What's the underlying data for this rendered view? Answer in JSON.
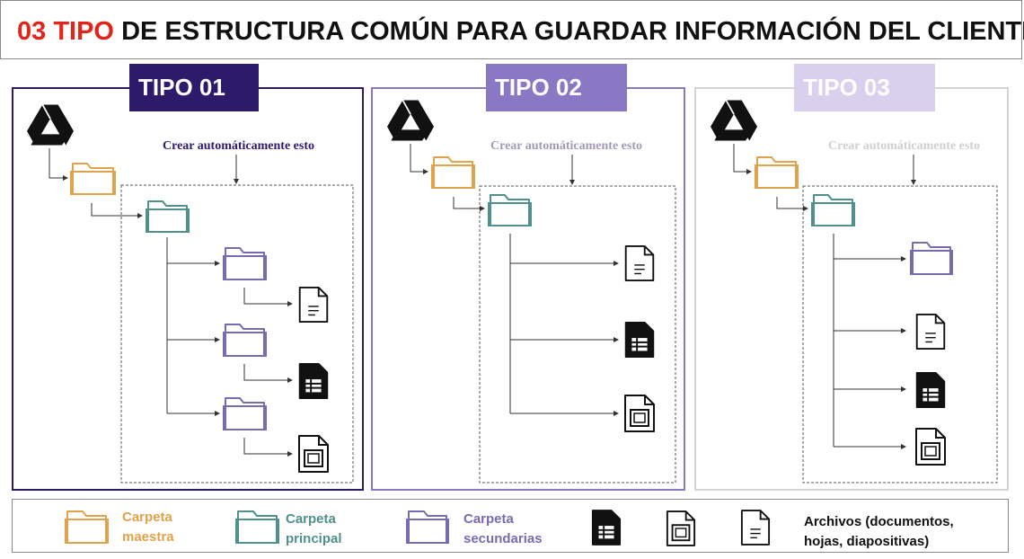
{
  "title": {
    "number": "03 TIPO",
    "rest": "DE ESTRUCTURA COMÚN PARA GUARDAR INFORMACIÓN DEL CLIENTE"
  },
  "panels": [
    {
      "tag": "TIPO 01",
      "tag_color": "#2e1a6b",
      "border_color": "#2e1a6b",
      "crear": "Crear automáticamente esto",
      "crear_color": "#2e1a6b"
    },
    {
      "tag": "TIPO 02",
      "tag_color": "#8a78c4",
      "border_color": "#8a78c4",
      "crear": "Crear automáticamente esto",
      "crear_color": "#a39ab8"
    },
    {
      "tag": "TIPO 03",
      "tag_color": "#d8d0ec",
      "border_color": "#d4d4d4",
      "crear": "Crear automáticamente esto",
      "crear_color": "#cfcfcf"
    }
  ],
  "colors": {
    "master_folder": "#e0a24a",
    "main_folder": "#4f8f8c",
    "secondary_folder": "#7a6bb0"
  },
  "legend": {
    "master": "Carpeta maestra",
    "main": "Carpeta principal",
    "secondary": "Carpeta secundarias",
    "files": "Archivos (documentos, hojas, diapositivas)"
  },
  "icons": [
    "drive-icon",
    "folder-icon",
    "document-icon",
    "spreadsheet-icon",
    "slides-icon"
  ]
}
